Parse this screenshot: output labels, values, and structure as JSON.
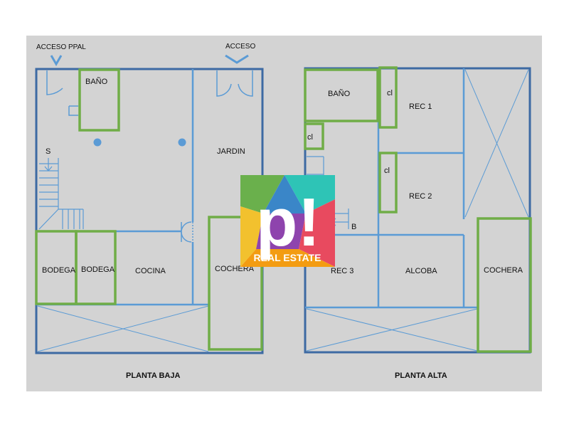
{
  "colors": {
    "background": "#ffffff",
    "sheet": "#d3d3d3",
    "outer_wall": "#3d6aa3",
    "inner_wall": "#5b9bd5",
    "highlight": "#70ad47",
    "label": "#111111",
    "logo_tile_a": "#f2c12e",
    "logo_tile_b": "#e84a5f",
    "logo_tile_c": "#2ec4b6",
    "logo_tile_d": "#8e44ad",
    "logo_tile_e": "#6ab04c",
    "logo_tile_f": "#f39c12"
  },
  "planta_baja": {
    "title": "PLANTA BAJA",
    "acceso_ppal": "ACCESO PPAL",
    "acceso": "ACCESO",
    "bano": "BAÑO",
    "stairs_mark": "S",
    "jardin": "JARDIN",
    "bodega_1": "BODEGA",
    "bodega_2": "BODEGA",
    "cocina": "COCINA",
    "cochera": "COCHERA"
  },
  "planta_alta": {
    "title": "PLANTA ALTA",
    "bano": "BAÑO",
    "closet_1": "cl",
    "closet_2": "cl",
    "closet_3": "cl",
    "rec_1": "REC 1",
    "rec_2": "REC 2",
    "rec_3": "REC 3",
    "stairs_mark": "B",
    "alcoba": "ALCOBA",
    "cochera": "COCHERA"
  },
  "logo": {
    "letters": "p!",
    "caption": "REAL ESTATE"
  }
}
